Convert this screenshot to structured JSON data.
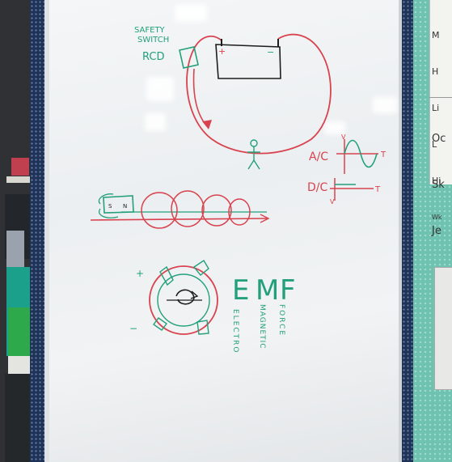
{
  "whiteboard": {
    "safety_switch_label": "SAFETY\nSWITCH",
    "rcd_label": "RCD",
    "plus_sign": "+",
    "minus_sign": "−",
    "ac_label": "A/C",
    "dc_label": "D/C",
    "t_label_ac": "T",
    "t_label_dc": "T",
    "v_label_ac": "V",
    "v_label_dc": "V",
    "rotor_plus": "+",
    "rotor_minus": "−",
    "emf": {
      "e": "E",
      "m": "M",
      "f": "F"
    },
    "electro_word": "ELECTRO",
    "magnetic_word": "MAGNETIC",
    "force_word": "FORCE"
  },
  "notice": {
    "lines_top": [
      "M",
      "H",
      "Li",
      "L",
      "Hi",
      "Wk"
    ],
    "lines_bottom": [
      "Oc",
      "Sk",
      "Je"
    ]
  },
  "colors": {
    "red_ink": "#d8434f",
    "green_ink": "#23a079",
    "black_ink": "#1d1d1d",
    "frame_navy": "#1f3258",
    "notice_teal": "#6fc2b0"
  }
}
